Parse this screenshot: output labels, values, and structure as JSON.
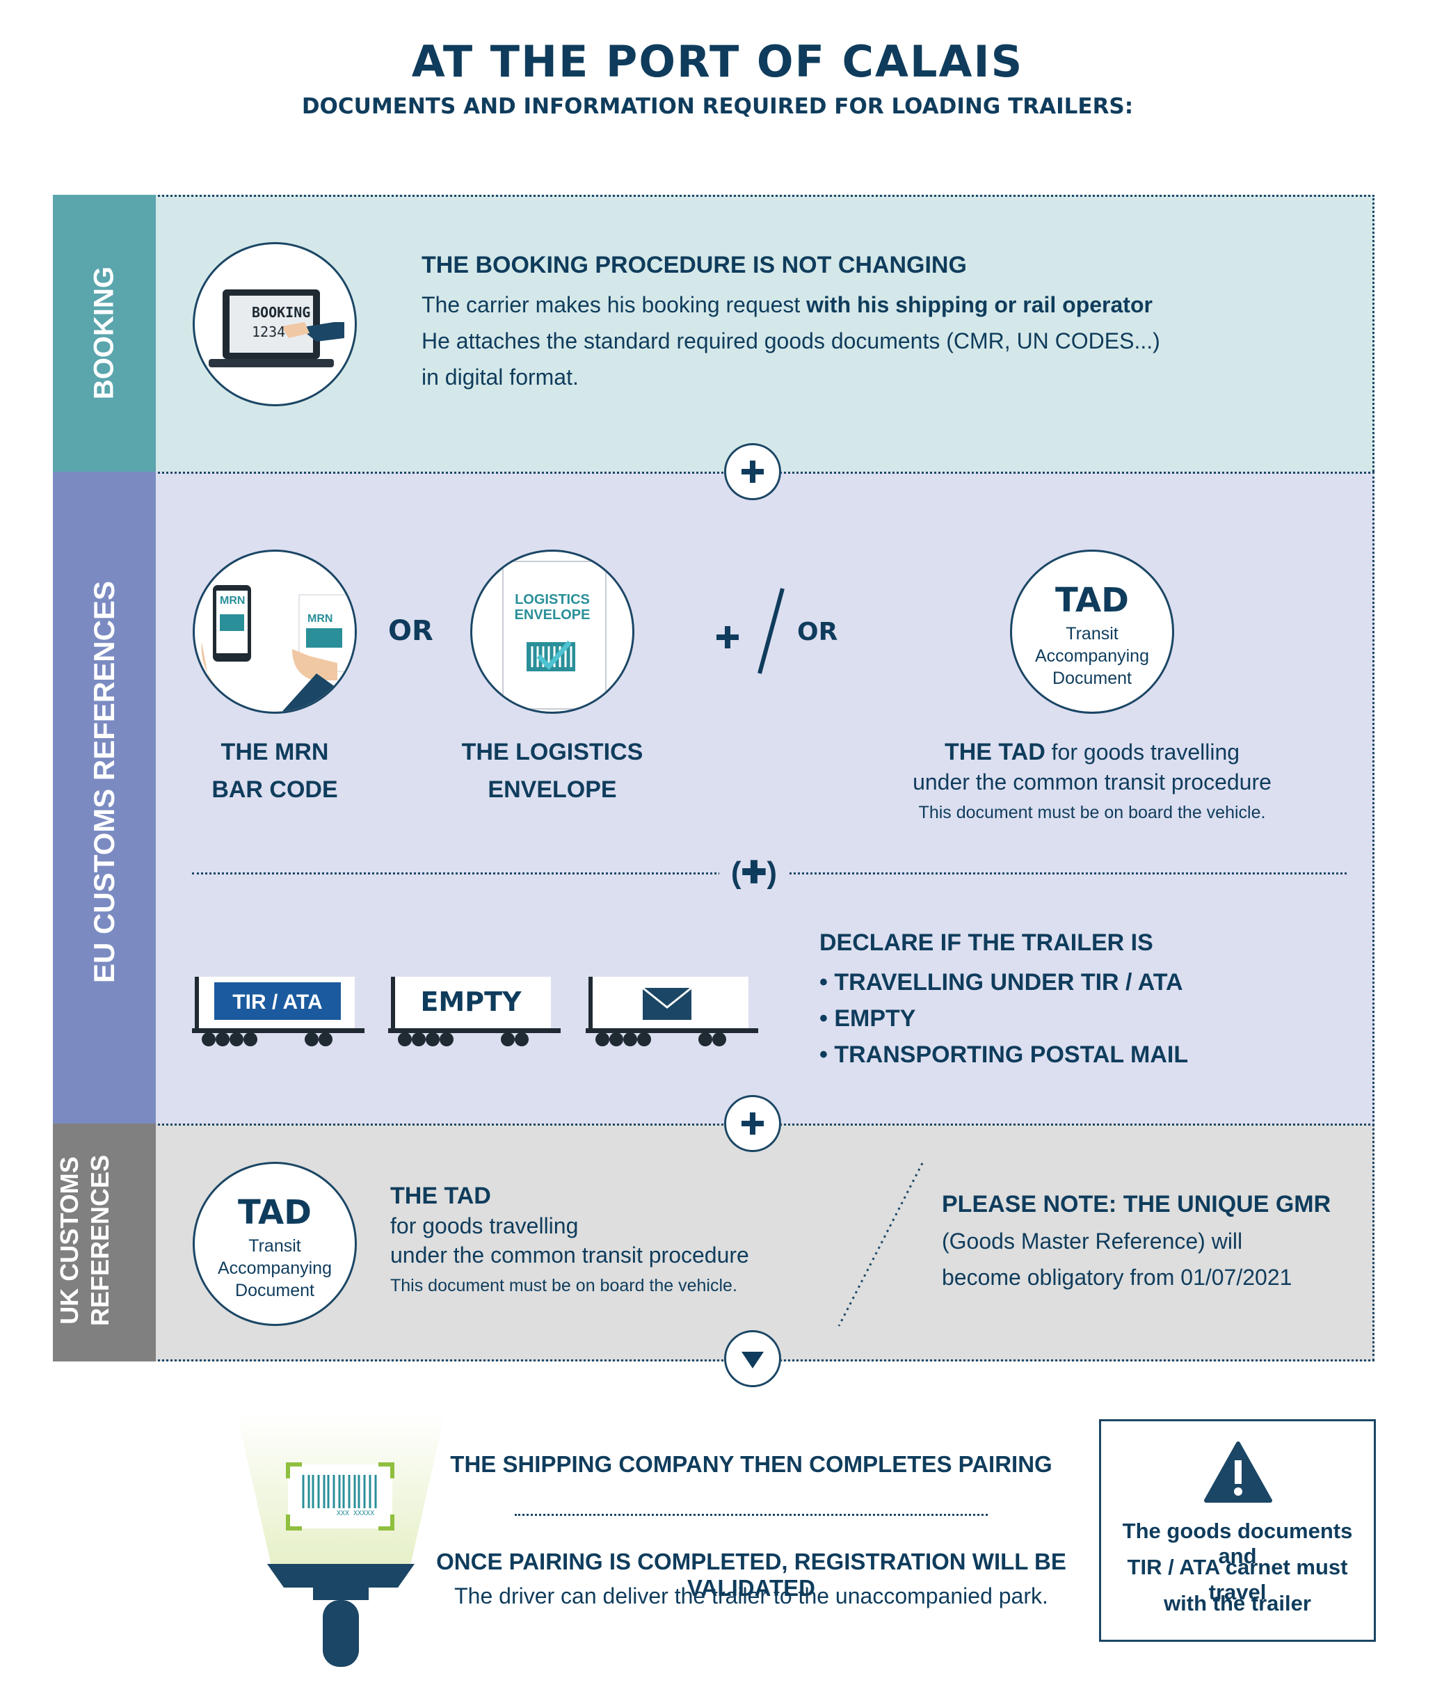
{
  "header": {
    "title": "AT THE PORT OF CALAIS",
    "subtitle": "DOCUMENTS AND INFORMATION REQUIRED FOR LOADING TRAILERS:"
  },
  "booking": {
    "sidebar_label": "BOOKING",
    "screen_text_1": "BOOKING",
    "screen_text_2": "1234",
    "heading": "THE BOOKING PROCEDURE IS NOT CHANGING",
    "line1_a": "The carrier makes his booking request ",
    "line1_b": "with his shipping or rail operator",
    "line2": "He attaches the standard required goods documents (CMR, UN CODES...)",
    "line3": "in digital format."
  },
  "eu": {
    "sidebar_label": "EU CUSTOMS REFERENCES",
    "mrn_phone_text": "MRN",
    "mrn_card_text": "MRN",
    "or_1": "OR",
    "envelope_title_1": "LOGISTICS",
    "envelope_title_2": "ENVELOPE",
    "plus_or": "OR",
    "tad_title": "TAD",
    "tad_sub_1": "Transit",
    "tad_sub_2": "Accompanying",
    "tad_sub_3": "Document",
    "mrn_caption_1": "THE MRN",
    "mrn_caption_2": "BAR CODE",
    "env_caption_1": "THE LOGISTICS",
    "env_caption_2": "ENVELOPE",
    "tad_caption_bold": "THE TAD",
    "tad_caption_rest": " for goods travelling",
    "tad_caption_2": "under the common transit procedure",
    "tad_caption_3": "This document must be on board the vehicle.",
    "trailer_1": "TIR / ATA",
    "trailer_2": "EMPTY",
    "declare_heading": "DECLARE IF THE TRAILER IS",
    "declare_items": [
      "TRAVELLING UNDER TIR / ATA",
      "EMPTY",
      "TRANSPORTING POSTAL MAIL"
    ]
  },
  "uk": {
    "sidebar_label_1": "UK CUSTOMS",
    "sidebar_label_2": "REFERENCES",
    "tad_title": "TAD",
    "tad_sub_1": "Transit",
    "tad_sub_2": "Accompanying",
    "tad_sub_3": "Document",
    "heading": "THE TAD",
    "line1": "for goods travelling",
    "line2": "under the common transit procedure",
    "line3": "This document must be on board the vehicle.",
    "note_heading": "PLEASE NOTE: THE UNIQUE GMR",
    "note_line1": "(Goods Master Reference) will",
    "note_line2": "become obligatory from 01/07/2021"
  },
  "bottom": {
    "scanner_text": "XXX XXXXX",
    "pairing": "THE SHIPPING COMPANY THEN COMPLETES PAIRING",
    "validated": "ONCE PAIRING IS COMPLETED, REGISTRATION WILL BE VALIDATED",
    "deliver": "The driver can deliver the trailer to the unaccompanied park.",
    "warning_1": "The goods documents and",
    "warning_2": "TIR / ATA carnet must travel",
    "warning_3": "with the trailer"
  },
  "colors": {
    "navy": "#0f3c5c",
    "booking_sidebar": "#5ba5ad",
    "booking_bg": "#d5e8e9",
    "eu_sidebar": "#7b8bc2",
    "eu_bg": "#dcdff0",
    "uk_sidebar": "#808080",
    "uk_bg": "#dedede",
    "teal": "#2a8f99",
    "scanner_green": "#8fbf3f"
  }
}
